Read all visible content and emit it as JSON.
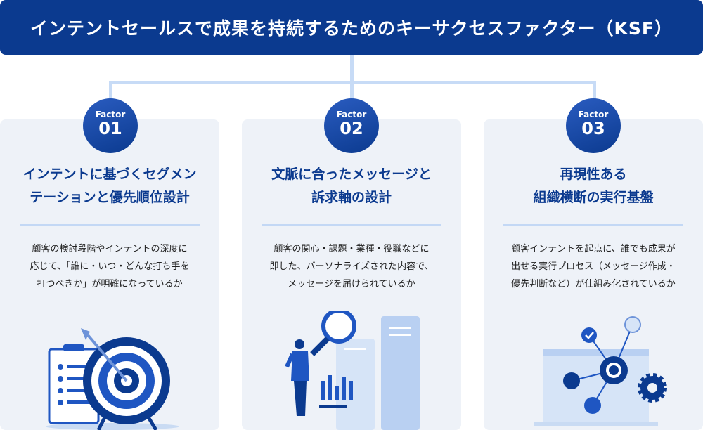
{
  "title": "インテントセールスで成果を持続するためのキーサクセスファクター（KSF）",
  "factors": [
    {
      "label": "Factor",
      "number": "01",
      "title": [
        "インテントに基づくセグメン",
        "テーションと優先順位設計"
      ],
      "desc": [
        "顧客の検討段階やインテントの深度に",
        "応じて、「誰に・いつ・どんな打ち手を",
        "打つべきか」が明確になっているか"
      ]
    },
    {
      "label": "Factor",
      "number": "02",
      "title": [
        "文脈に合ったメッセージと",
        "訴求軸の設計"
      ],
      "desc": [
        "顧客の関心・課題・業種・役職などに",
        "即した、パーソナライズされた内容で、",
        "メッセージを届けられているか"
      ]
    },
    {
      "label": "Factor",
      "number": "03",
      "title": [
        "再現性ある",
        "組織横断の実行基盤"
      ],
      "desc": [
        "顧客インテントを起点に、誰でも成果が",
        "出せる実行プロセス（メッセージ作成・",
        "優先判断など）が仕組み化されているか"
      ]
    }
  ],
  "colors": {
    "primary": "#0b3a8f",
    "connector": "#c7dbf6",
    "card": "#eef2f8"
  }
}
